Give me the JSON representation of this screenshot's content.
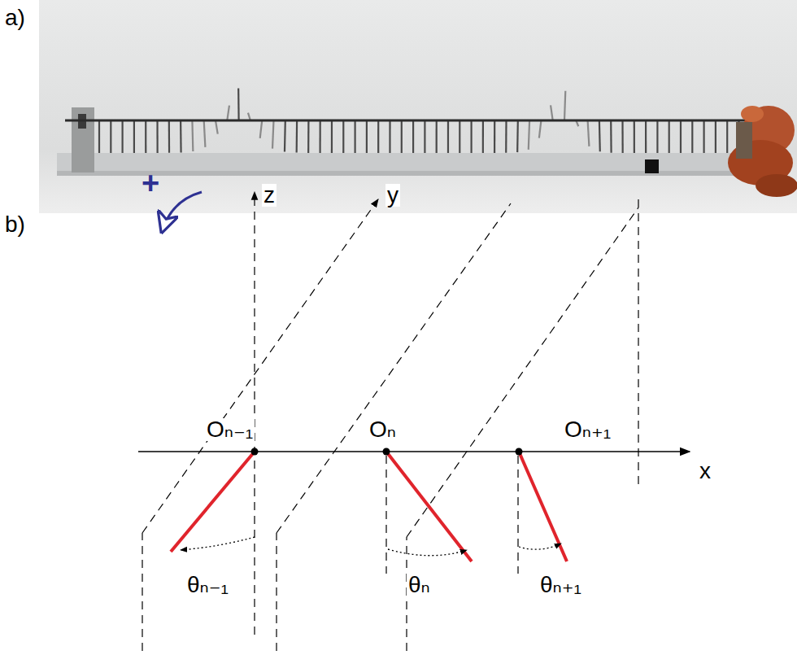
{
  "diagram": {
    "labels": [
      "a)",
      "b)",
      "+",
      "z",
      "y",
      "Oₙ₋₁",
      "Oₙ",
      "Oₙ₊₁",
      "x",
      "θₙ₋₁",
      "θₙ",
      "θₙ₊₁"
    ]
  }
}
